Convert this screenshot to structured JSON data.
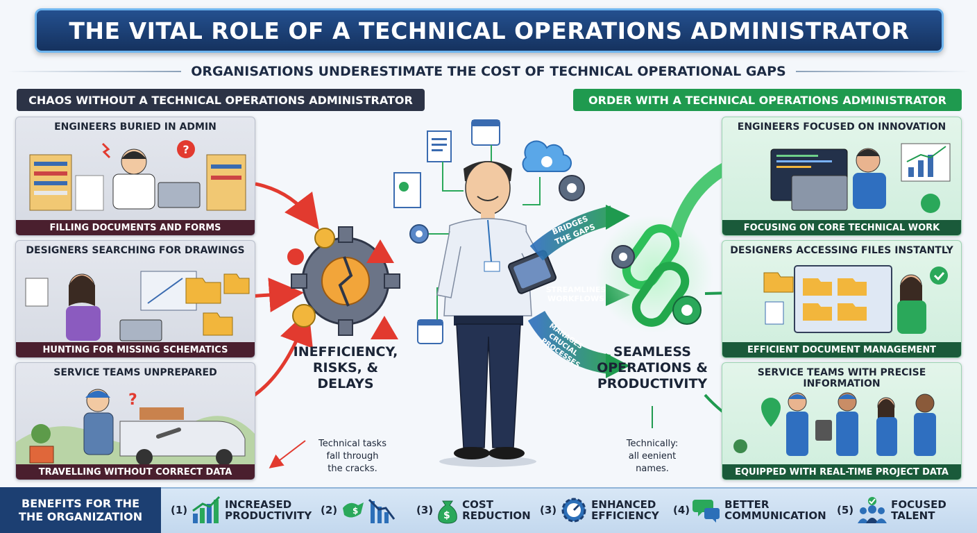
{
  "title": "THE VITAL ROLE OF A TECHNICAL OPERATIONS ADMINISTRATOR",
  "subtitle": "ORGANISATIONS UNDERESTIMATE THE COST OF TECHNICAL OPERATIONAL GAPS",
  "left_section": {
    "heading": "CHAOS WITHOUT A TECHNICAL OPERATIONS ADMINISTRATOR",
    "panels": [
      {
        "title": "ENGINEERS BURIED IN ADMIN",
        "caption": "FILLING DOCUMENTS AND FORMS"
      },
      {
        "title": "DESIGNERS SEARCHING FOR DRAWINGS",
        "caption": "HUNTING FOR MISSING SCHEMATICS"
      },
      {
        "title": "SERVICE TEAMS UNPREPARED",
        "caption": "TRAVELLING WITHOUT CORRECT DATA"
      }
    ]
  },
  "right_section": {
    "heading": "ORDER WITH A TECHNICAL OPERATIONS ADMINISTRATOR",
    "panels": [
      {
        "title": "ENGINEERS FOCUSED ON INNOVATION",
        "caption": "FOCUSING ON CORE TECHNICAL WORK"
      },
      {
        "title": "DESIGNERS ACCESSING FILES INSTANTLY",
        "caption": "EFFICIENT DOCUMENT MANAGEMENT"
      },
      {
        "title": "SERVICE TEAMS WITH PRECISE INFORMATION",
        "caption": "EQUIPPED WITH REAL-TIME PROJECT DATA"
      }
    ]
  },
  "center": {
    "inefficiency_l1": "INEFFICIENCY,",
    "inefficiency_l2": "RISKS, &",
    "inefficiency_l3": "DELAYS",
    "seamless_l1": "SEAMLESS",
    "seamless_l2": "OPERATIONS &",
    "seamless_l3": "PRODUCTIVITY",
    "arrow_1_l1": "BRIDGES",
    "arrow_1_l2": "THE GAPS",
    "arrow_2_l1": "STREAMLINES",
    "arrow_2_l2": "WORKFLOWS",
    "arrow_3_l1": "MANAGES",
    "arrow_3_l2": "CRUCIAL",
    "arrow_3_l3": "PROCESSES",
    "note_left_l1": "Technical tasks",
    "note_left_l2": "fall through",
    "note_left_l3": "the cracks.",
    "note_right_l1": "Technically:",
    "note_right_l2": "all eenient",
    "note_right_l3": "names."
  },
  "benefits": {
    "heading_l1": "BENEFITS FOR THE",
    "heading_l2": "THE ORGANIZATION",
    "items": [
      {
        "num": "(1)",
        "l1": "INCREASED",
        "l2": "PRODUCTIVITY",
        "icon": "growth-chart-icon"
      },
      {
        "num": "(2)",
        "l1": "",
        "l2": "",
        "icon": "money-decline-icon"
      },
      {
        "num": "(3)",
        "l1": "COST",
        "l2": "REDUCTION",
        "icon": "money-bag-icon"
      },
      {
        "num": "(3)",
        "l1": "ENHANCED",
        "l2": "EFFICIENCY",
        "icon": "gear-gauge-icon"
      },
      {
        "num": "(4)",
        "l1": "BETTER",
        "l2": "COMMUNICATION",
        "icon": "chat-bubbles-icon"
      },
      {
        "num": "(5)",
        "l1": "FOCUSED",
        "l2": "TALENT",
        "icon": "team-icon"
      }
    ]
  },
  "colors": {
    "navy": "#1c3f72",
    "green": "#1f9a4f",
    "red": "#e23a2f",
    "dark": "#2c3346"
  }
}
